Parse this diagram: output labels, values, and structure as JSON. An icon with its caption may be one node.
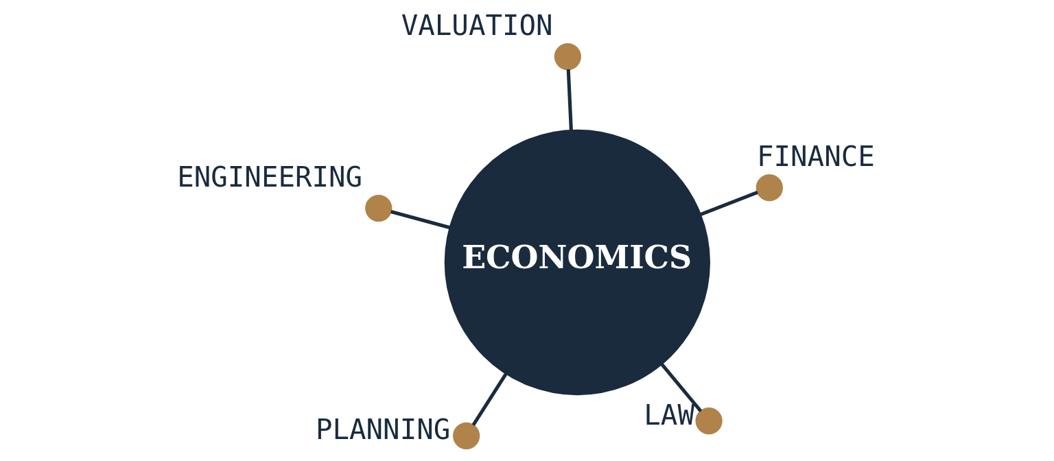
{
  "diagram": {
    "nodes": [
      {
        "text": [
          "ECONOMICS"
        ]
      },
      {
        "text": [
          "LAW"
        ]
      },
      {
        "text": [
          "PLANNING"
        ]
      },
      {
        "text": [
          "ENGINEERING"
        ]
      },
      {
        "text": [
          "FINANCE"
        ]
      },
      {
        "text": [
          "VALUATION"
        ]
      }
    ],
    "edges": [
      {
        "from": 0,
        "to": 1,
        "arrow": "none"
      },
      {
        "from": 0,
        "to": 2,
        "arrow": "none"
      },
      {
        "from": 0,
        "to": 3,
        "arrow": "none"
      },
      {
        "from": 0,
        "to": 4,
        "arrow": "none"
      },
      {
        "from": 0,
        "to": 5,
        "arrow": "none"
      }
    ]
  }
}
